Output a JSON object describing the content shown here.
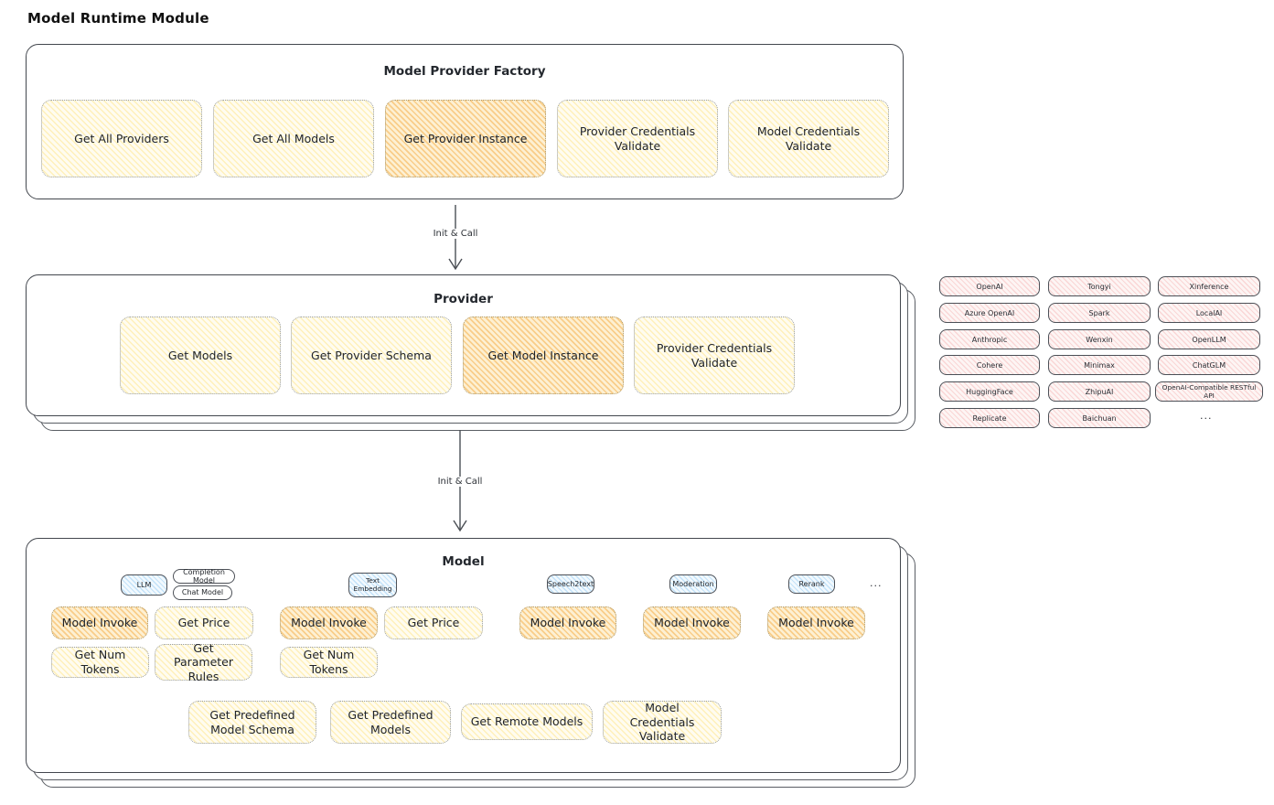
{
  "title": "Model Runtime Module",
  "arrows": [
    {
      "label": "Init & Call"
    },
    {
      "label": "Init & Call"
    }
  ],
  "factory": {
    "title": "Model Provider Factory",
    "items": [
      "Get All Providers",
      "Get All Models",
      "Get Provider Instance",
      "Provider Credentials Validate",
      "Model Credentials Validate"
    ]
  },
  "provider": {
    "title": "Provider",
    "items": [
      "Get Models",
      "Get Provider Schema",
      "Get Model Instance",
      "Provider Credentials Validate"
    ]
  },
  "providers_grid": {
    "col1": [
      "OpenAI",
      "Azure OpenAI",
      "Anthropic",
      "Cohere",
      "HuggingFace",
      "Replicate"
    ],
    "col2": [
      "Tongyi",
      "Spark",
      "Wenxin",
      "Minimax",
      "ZhipuAI",
      "Baichuan"
    ],
    "col3": [
      "Xinference",
      "LocalAI",
      "OpenLLM",
      "ChatGLM",
      "OpenAI-Compatible RESTful API"
    ],
    "more": "..."
  },
  "model": {
    "title": "Model",
    "groups": [
      {
        "tags": [
          "LLM",
          "Completion Model",
          "Chat Model"
        ],
        "functions": [
          "Model Invoke",
          "Get Price",
          "Get Num Tokens",
          "Get Parameter Rules"
        ]
      },
      {
        "tags": [
          "Text Embedding"
        ],
        "functions": [
          "Model Invoke",
          "Get Price",
          "Get Num Tokens"
        ]
      },
      {
        "tags": [
          "Speech2text"
        ],
        "functions": [
          "Model Invoke"
        ]
      },
      {
        "tags": [
          "Moderation"
        ],
        "functions": [
          "Model Invoke"
        ]
      },
      {
        "tags": [
          "Rerank"
        ],
        "functions": [
          "Model Invoke"
        ]
      }
    ],
    "more": "...",
    "bottom": [
      "Get Predefined Model Schema",
      "Get Predefined Models",
      "Get Remote Models",
      "Model Credentials Validate"
    ]
  },
  "colors": {
    "highlight_hatch": "#f6b14e",
    "yellow_hatch": "#ffe484",
    "pink_hatch": "#f4a4a4",
    "blue_hatch": "#82c3f2",
    "outline": "#43474e"
  }
}
